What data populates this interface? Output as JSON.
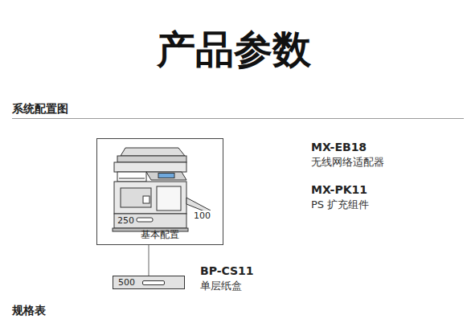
{
  "diagram": {
    "title": "产品参数",
    "nodes": [
      {
        "text": [
          "基本配置"
        ]
      },
      {
        "text": [
          "500"
        ]
      }
    ],
    "edges": [
      {
        "from": 0,
        "to": 1,
        "arrow": "none"
      }
    ],
    "labels": [
      "系统配置图",
      "MX-EB18",
      "无线网络适配器",
      "MX-PK11",
      "PS 扩充组件",
      "BP-CS11",
      "单层纸盒",
      "250",
      "100",
      "规格表"
    ]
  }
}
